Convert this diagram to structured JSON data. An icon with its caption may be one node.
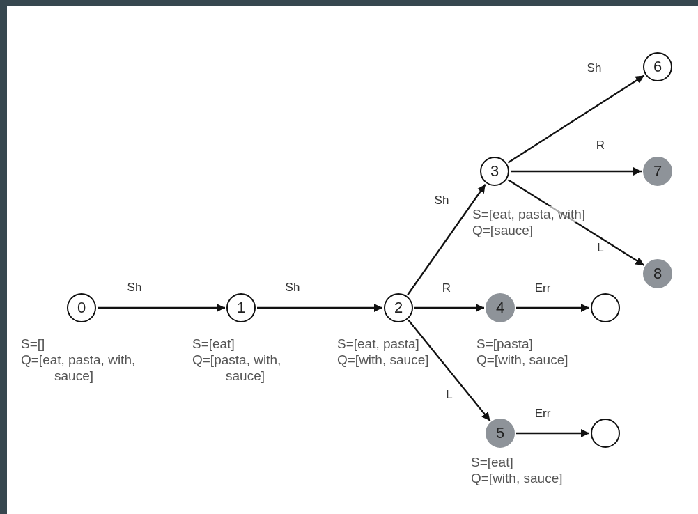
{
  "diagram": {
    "nodes": [
      {
        "text": [
          "0"
        ],
        "beside": [
          "S=[]",
          "Q=[eat, pasta, with, sauce]"
        ]
      },
      {
        "text": [
          "1"
        ],
        "beside": [
          "S=[eat]",
          "Q=[pasta, with, sauce]"
        ]
      },
      {
        "text": [
          "2"
        ],
        "beside": [
          "S=[eat, pasta]",
          "Q=[with, sauce]"
        ]
      },
      {
        "text": [
          "3"
        ],
        "beside": [
          "S=[eat, pasta, with]",
          "Q=[sauce]"
        ]
      },
      {
        "text": [
          "4"
        ],
        "beside": [
          "S=[pasta]",
          "Q=[with, sauce]"
        ]
      },
      {
        "text": [
          "5"
        ],
        "beside": [
          "S=[eat]",
          "Q=[with, sauce]"
        ]
      },
      {
        "text": [
          "6"
        ]
      },
      {
        "text": [
          "7"
        ]
      },
      {
        "text": [
          "8"
        ]
      },
      {
        "text": [],
        "shape": "circle"
      },
      {
        "text": [],
        "shape": "circle"
      }
    ],
    "edges": [
      {
        "from": 0,
        "to": 1,
        "arrow": "to",
        "label": "Sh"
      },
      {
        "from": 1,
        "to": 2,
        "arrow": "to",
        "label": "Sh"
      },
      {
        "from": 2,
        "to": 3,
        "arrow": "to",
        "label": "Sh"
      },
      {
        "from": 2,
        "to": 4,
        "arrow": "to",
        "label": "R"
      },
      {
        "from": 2,
        "to": 5,
        "arrow": "to",
        "label": "L"
      },
      {
        "from": 3,
        "to": 6,
        "arrow": "to",
        "label": "Sh"
      },
      {
        "from": 3,
        "to": 7,
        "arrow": "to",
        "label": "R"
      },
      {
        "from": 3,
        "to": 8,
        "arrow": "to",
        "label": "L"
      },
      {
        "from": 4,
        "to": 9,
        "arrow": "to",
        "label": "Err"
      },
      {
        "from": 5,
        "to": 10,
        "arrow": "to",
        "label": "Err"
      }
    ]
  }
}
